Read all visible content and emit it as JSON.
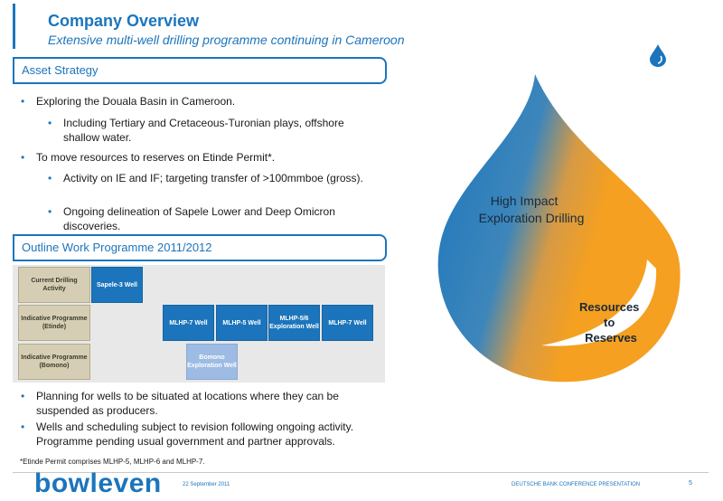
{
  "header": {
    "title": "Company Overview",
    "subtitle": "Extensive multi-well drilling programme continuing in Cameroon"
  },
  "asset_strategy": {
    "title": "Asset Strategy",
    "bullets": [
      {
        "level": 1,
        "text": "Exploring the Douala Basin in Cameroon."
      },
      {
        "level": 2,
        "text": "Including Tertiary and Cretaceous-Turonian plays, offshore shallow water."
      },
      {
        "level": 1,
        "text": "To move resources to reserves on Etinde Permit*."
      },
      {
        "level": 2,
        "text": "Activity on IE and IF; targeting transfer of >100mmboe (gross)."
      },
      {
        "level": 2,
        "text": "Ongoing delineation of Sapele Lower and Deep Omicron discoveries."
      }
    ]
  },
  "outline": {
    "title": "Outline Work Programme 2011/2012",
    "row_labels": [
      "Current Drilling Activity",
      "Indicative Programme (Etinde)",
      "Indicative Programme (Bomono)"
    ],
    "wells": [
      "Sapele-3 Well",
      "MLHP-7 Well",
      "MLHP-5 Well",
      "MLHP-5/6 Exploration Well",
      "MLHP-7 Well",
      "Bomono Exploration Well"
    ],
    "bullets": [
      {
        "level": 1,
        "text": "Planning for wells to be situated at locations where they can be suspended as producers."
      },
      {
        "level": 1,
        "text": "Wells and scheduling subject to revision following ongoing activity. Programme pending usual government and partner approvals."
      }
    ]
  },
  "graphic": {
    "upper_text": "High Impact Exploration Drilling",
    "upper_lines": [
      "High Impact",
      "Exploration Drilling"
    ],
    "lower_lines": [
      "Resources",
      "to",
      "Reserves"
    ],
    "colors": {
      "blue": "#1c75bc",
      "orange": "#f5a020"
    }
  },
  "footnote": "*Etinde Permit comprises MLHP-5, MLHP-6 and MLHP-7.",
  "footer": {
    "logo": "bowleven",
    "date": "22 September 2011",
    "conference": "DEUTSCHE BANK CONFERENCE PRESENTATION",
    "page": "5"
  },
  "bullet_glyph": "•"
}
